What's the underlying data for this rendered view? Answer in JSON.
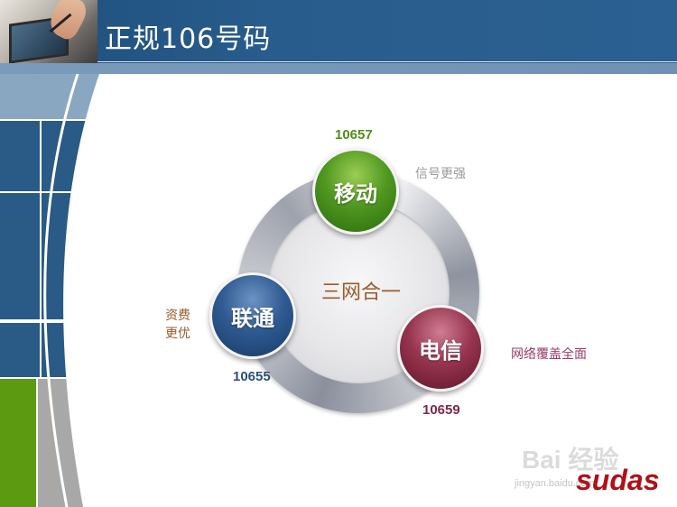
{
  "slide": {
    "title": "正规106号码"
  },
  "diagram": {
    "center_label": "三网合一",
    "nodes": [
      {
        "name": "移动",
        "code": "10657",
        "note": "信号更强",
        "color": "#4f9820"
      },
      {
        "name": "联通",
        "code": "10655",
        "note_line1": "资费",
        "note_line2": "更优",
        "color": "#2f5b92"
      },
      {
        "name": "电信",
        "code": "10659",
        "note": "网络覆盖全面",
        "color": "#973550"
      }
    ]
  },
  "branding": {
    "watermark": "Bai 经验",
    "watermark_url": "jingyan.baidu.com",
    "logo": "sudas"
  },
  "colors": {
    "header": "#285c8c",
    "accent_green": "#5a9a1a",
    "logo_red": "#b01017"
  },
  "icons": {
    "header_photo": "tablet-stylus-photo"
  }
}
